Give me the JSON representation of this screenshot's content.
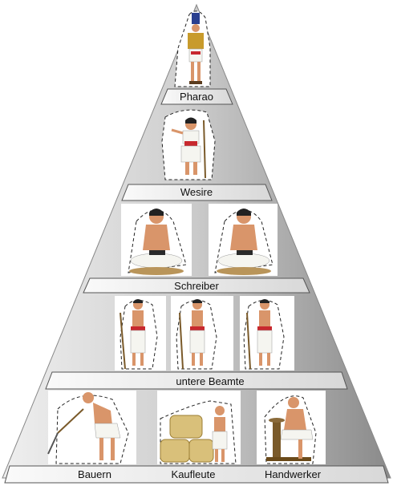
{
  "pyramid": {
    "levels": [
      {
        "label": "Pharao",
        "figures": [
          "pharaoh-figure"
        ]
      },
      {
        "label": "Wesire",
        "figures": [
          "vizier-figure"
        ]
      },
      {
        "label": "Schreiber",
        "figures": [
          "scribe-figure",
          "scribe-figure"
        ]
      },
      {
        "label": "untere Beamte",
        "figures": [
          "official-figure",
          "official-figure",
          "official-figure"
        ]
      },
      {
        "label": "",
        "figures": [
          "farmer-figure",
          "merchant-figure",
          "craftsman-figure"
        ]
      }
    ],
    "bottom_labels": [
      "Bauern",
      "Kaufleute",
      "Handwerker"
    ]
  },
  "colors": {
    "pyramid_light": "#d6d6d6",
    "pyramid_dark": "#8f8f8f",
    "divider_band": "#f4f4f4",
    "skin": "#d9956a",
    "kilt": "#f5f5f0",
    "sash_red": "#c8282e",
    "sash_blue": "#2a3f8f",
    "outline": "#333333"
  }
}
